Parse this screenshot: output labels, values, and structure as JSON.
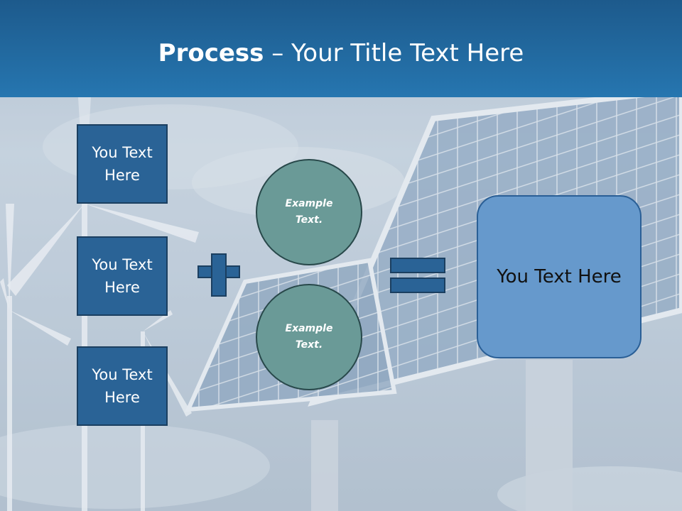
{
  "slide": {
    "title_bold": "Process",
    "title_sep": " – ",
    "title_rest": "Your Title Text Here"
  },
  "boxes": [
    "You Text Here",
    "You Text Here",
    "You Text Here"
  ],
  "circles": [
    "Example Text.",
    "Example Text."
  ],
  "result": "You Text Here",
  "colors": {
    "header": "#2676b0",
    "box_fill": "#2a6396",
    "circle_fill": "#6a9a97",
    "result_fill": "#6699cc"
  },
  "icons": {
    "operator_plus": "plus-icon",
    "operator_equals": "equals-icon"
  }
}
